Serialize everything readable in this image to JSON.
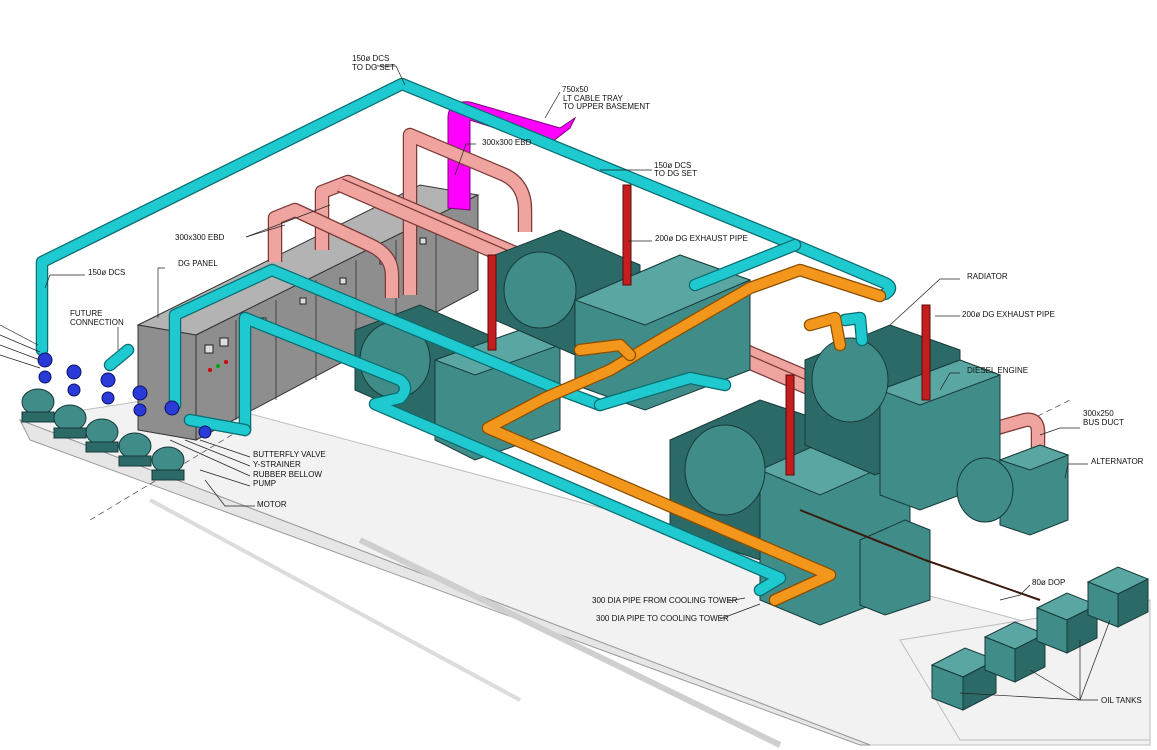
{
  "labels": {
    "dcs_top_1": "150ø DCS",
    "dcs_top_2": "TO DG SET",
    "cable_tray_1": "750x50",
    "cable_tray_2": "LT CABLE TRAY",
    "cable_tray_3": "TO UPPER BASEMENT",
    "ebd_top": "300x300 EBD",
    "dcs_mid_1": "150ø DCS",
    "dcs_mid_2": "TO DG SET",
    "ebd_left": "300x300 EBD",
    "exhaust_1": "200ø DG EXHAUST PIPE",
    "dg_panel": "DG PANEL",
    "dcs_left": "150ø DCS",
    "radiator": "RADIATOR",
    "future_1": "FUTURE",
    "future_2": "CONNECTION",
    "exhaust_2": "200ø DG EXHAUST PIPE",
    "diesel_engine": "DIESEL ENGINE",
    "bus_duct_1": "300x250",
    "bus_duct_2": "BUS DUCT",
    "alternator": "ALTERNATOR",
    "butterfly_valve": "BUTTERFLY VALVE",
    "y_strainer": "Y-STRAINER",
    "rubber_bellow": "RUBBER BELLOW",
    "pump": "PUMP",
    "motor": "MOTOR",
    "dop": "80ø DOP",
    "pipe_from_ct": "300 DIA PIPE FROM COOLING TOWER",
    "pipe_to_ct": "300 DIA PIPE TO COOLING TOWER",
    "oil_tanks": "OIL TANKS"
  },
  "colors": {
    "condenser_pipe": "#1ec9cf",
    "cooling_pipe": "#f2961c",
    "exhaust_duct": "#f0a4a0",
    "exhaust_pipe": "#c41e1e",
    "cable_tray": "#ff00ff",
    "equipment": "#3f8c89",
    "valves": "#2a3ad8",
    "panel": "#8e8e8e"
  }
}
